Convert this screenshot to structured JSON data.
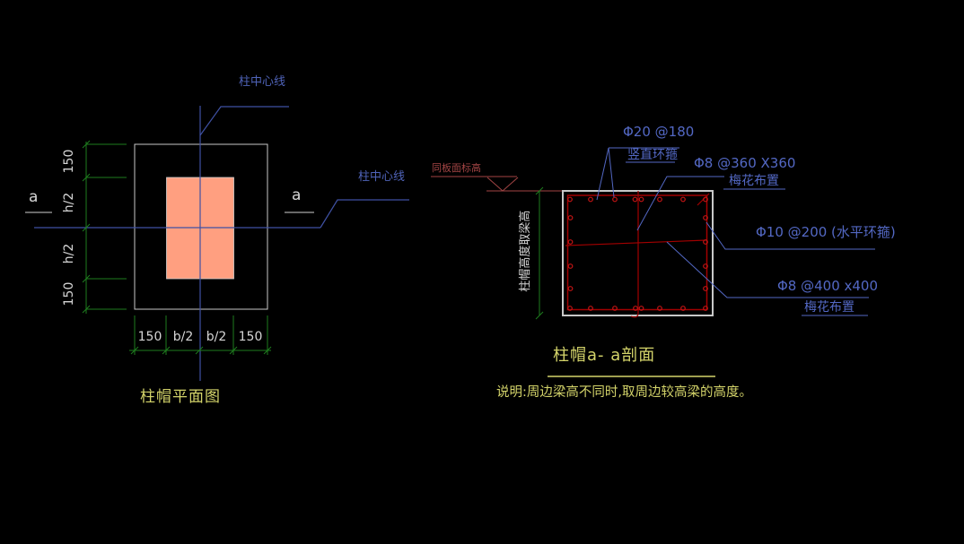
{
  "colors": {
    "background": "#000000",
    "outline_gray": "#c8c8c8",
    "dim_green": "#1e7d1e",
    "centerline_blue": "#3f51a3",
    "annotation_blue": "#5368c4",
    "title_yellow": "#d4d46a",
    "section_red": "#a30000",
    "rebar_dot_red": "#c41414",
    "elevation_red": "#a34545",
    "column_fill_pink": "#ff9f80"
  },
  "plan": {
    "title": "柱帽平面图",
    "centerline_label_top": "柱中心线",
    "centerline_label_right": "柱中心线",
    "section_cut_label_left": "a",
    "section_cut_label_right": "a",
    "dims_left": [
      "150",
      "h/2",
      "h/2",
      "150"
    ],
    "dims_bottom": [
      "150",
      "b/2",
      "b/2",
      "150"
    ]
  },
  "section": {
    "title": "柱帽a- a剖面",
    "elevation_label": "同板面标高",
    "height_label": "柱帽高度取梁高",
    "annotations": [
      {
        "spec": "Φ20 @180",
        "desc": "竖直环箍"
      },
      {
        "spec": "Φ8 @360 X360",
        "desc": "梅花布置"
      },
      {
        "spec": "Φ10 @200 (水平环箍)",
        "desc": ""
      },
      {
        "spec": "Φ8 @400 x400",
        "desc": "梅花布置"
      }
    ],
    "note": "说明:周边梁高不同时,取周边较高梁的高度。"
  }
}
